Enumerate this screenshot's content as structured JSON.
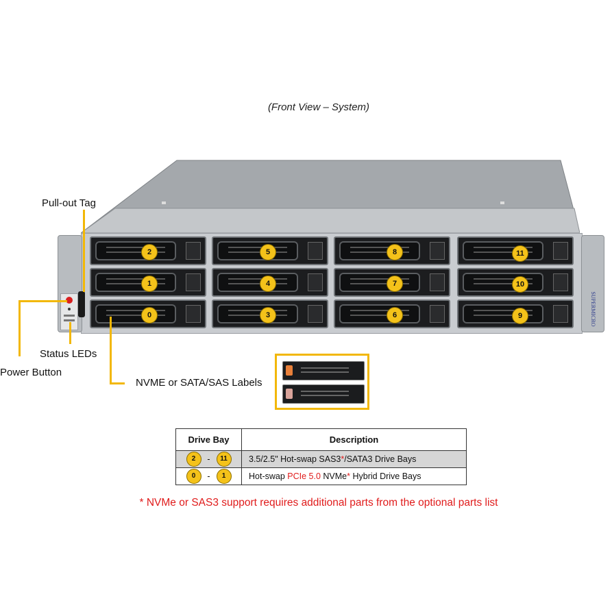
{
  "caption": "(Front View – System)",
  "labels": {
    "pull_out_tag": "Pull-out Tag",
    "status_leds": "Status LEDs",
    "power_button": "Power Button",
    "drive_labels": "NVME or SATA/SAS Labels"
  },
  "brand": "SUPERMICRO",
  "drive_bays": {
    "col1": [
      "2",
      "1",
      "0"
    ],
    "col2": [
      "5",
      "4",
      "3"
    ],
    "col3": [
      "8",
      "7",
      "6"
    ],
    "col4": [
      "11",
      "10",
      "9"
    ]
  },
  "legend_tag_colors": [
    "#e9803a",
    "#d9a39a"
  ],
  "accent_color": "#f2b705",
  "table": {
    "headers": [
      "Drive Bay",
      "Description"
    ],
    "rows": [
      {
        "from": "2",
        "to": "11",
        "sep": "-",
        "desc_prefix": "3.5/2.5\" Hot-swap SAS3",
        "desc_asterisk": "*",
        "desc_suffix": "/SATA3 Drive  Bays"
      },
      {
        "from": "0",
        "to": "1",
        "sep": "-",
        "desc_prefix": "Hot-swap ",
        "desc_highlight": "PCIe 5.0",
        "desc_mid": " NVMe",
        "desc_asterisk": "*",
        "desc_suffix": " Hybrid Drive  Bays"
      }
    ]
  },
  "footnote": "* NVMe or SAS3 support requires additional parts from the optional parts list"
}
